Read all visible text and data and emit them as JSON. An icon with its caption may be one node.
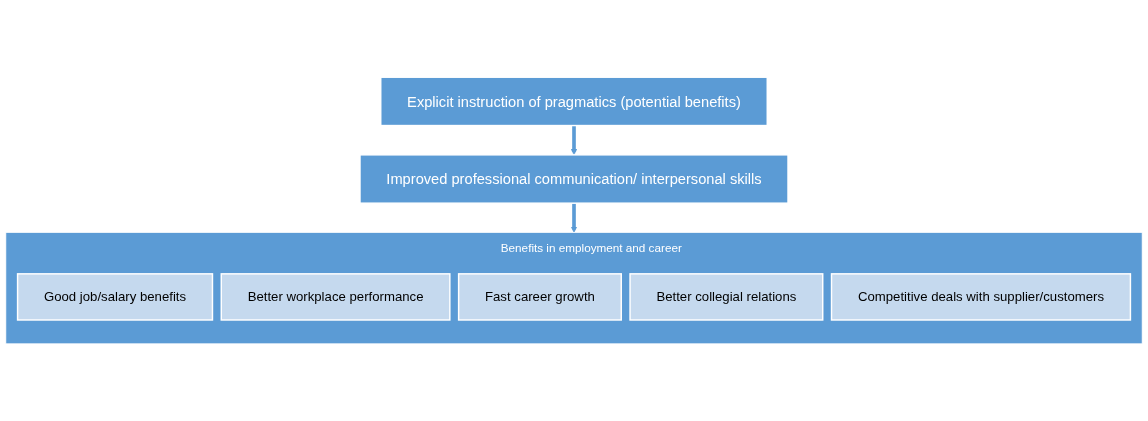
{
  "diagram": {
    "nodes": [
      {
        "text": [
          "Explicit instruction of pragmatics (potential benefits)"
        ]
      },
      {
        "text": [
          "Improved professional communication/ interpersonal skills"
        ]
      },
      {
        "text": [
          "Benefits in employment and career"
        ]
      },
      {
        "text": [
          "Good job/salary benefits"
        ],
        "in": 2
      },
      {
        "text": [
          "Better workplace performance"
        ],
        "in": 2
      },
      {
        "text": [
          "Fast career growth"
        ],
        "in": 2
      },
      {
        "text": [
          "Better collegial relations"
        ],
        "in": 2
      },
      {
        "text": [
          "Competitive deals with supplier/customers"
        ],
        "in": 2
      }
    ],
    "edges": [
      {
        "from": 0,
        "to": 1,
        "arrow": "to"
      },
      {
        "from": 1,
        "to": 2,
        "arrow": "to"
      }
    ]
  }
}
